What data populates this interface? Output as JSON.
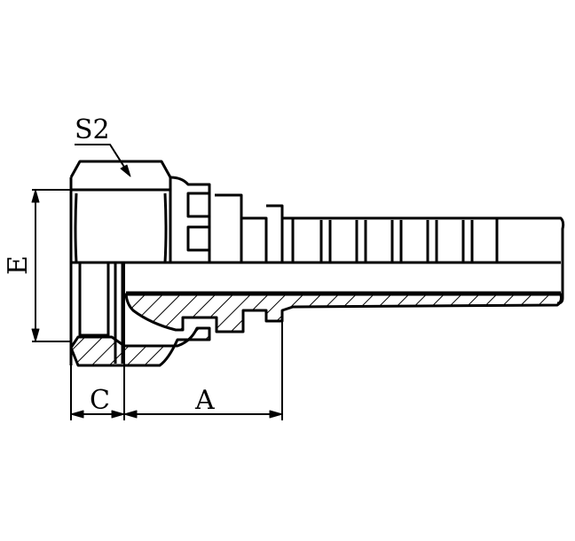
{
  "labels": {
    "s2": "S2",
    "e": "E",
    "c": "C",
    "a": "A"
  },
  "colors": {
    "stroke": "#000000",
    "background": "#ffffff"
  }
}
